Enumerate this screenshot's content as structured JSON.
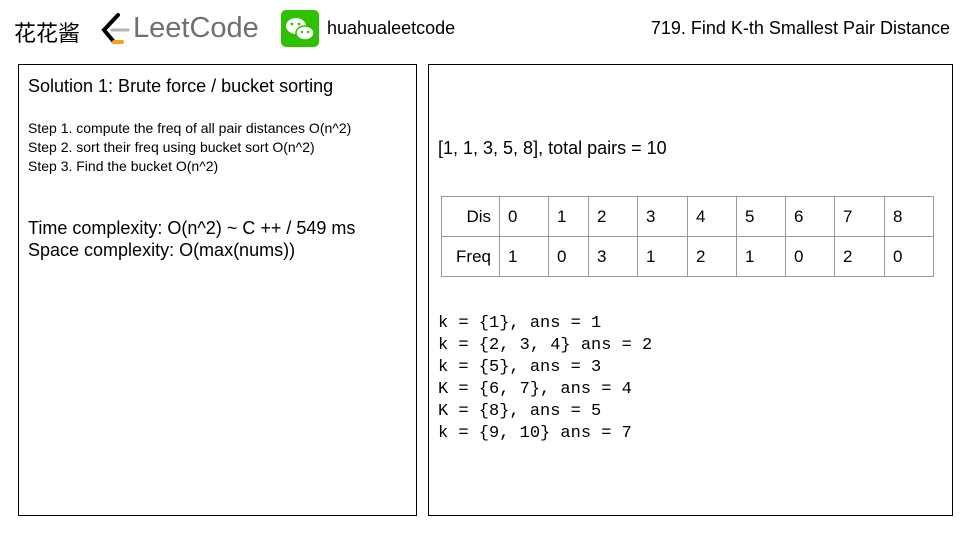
{
  "header": {
    "brand": "花花酱",
    "logo_text": "LeetCode",
    "handle": "huahualeetcode",
    "title": "719. Find K-th Smallest Pair Distance"
  },
  "left": {
    "heading": "Solution 1: Brute force / bucket sorting",
    "steps": [
      "Step 1. compute the freq of all pair distances O(n^2)",
      "Step 2. sort their freq using bucket sort O(n^2)",
      "Step 3. Find the bucket O(n^2)"
    ],
    "time": "Time complexity: O(n^2) ~ C ++ / 549 ms",
    "space": "Space complexity: O(max(nums))"
  },
  "right": {
    "input": "[1, 1, 3, 5, 8], total pairs = 10",
    "table": {
      "row_headers": [
        "Dis",
        "Freq"
      ],
      "dis": [
        "0",
        "1",
        "2",
        "3",
        "4",
        "5",
        "6",
        "7",
        "8"
      ],
      "freq": [
        "1",
        "0",
        "3",
        "1",
        "2",
        "1",
        "0",
        "2",
        "0"
      ]
    },
    "answers": [
      "k = {1}, ans = 1",
      "k = {2, 3, 4} ans = 2",
      "k = {5}, ans = 3",
      "K = {6, 7}, ans = 4",
      "K = {8}, ans = 5",
      "k = {9, 10} ans = 7"
    ]
  }
}
